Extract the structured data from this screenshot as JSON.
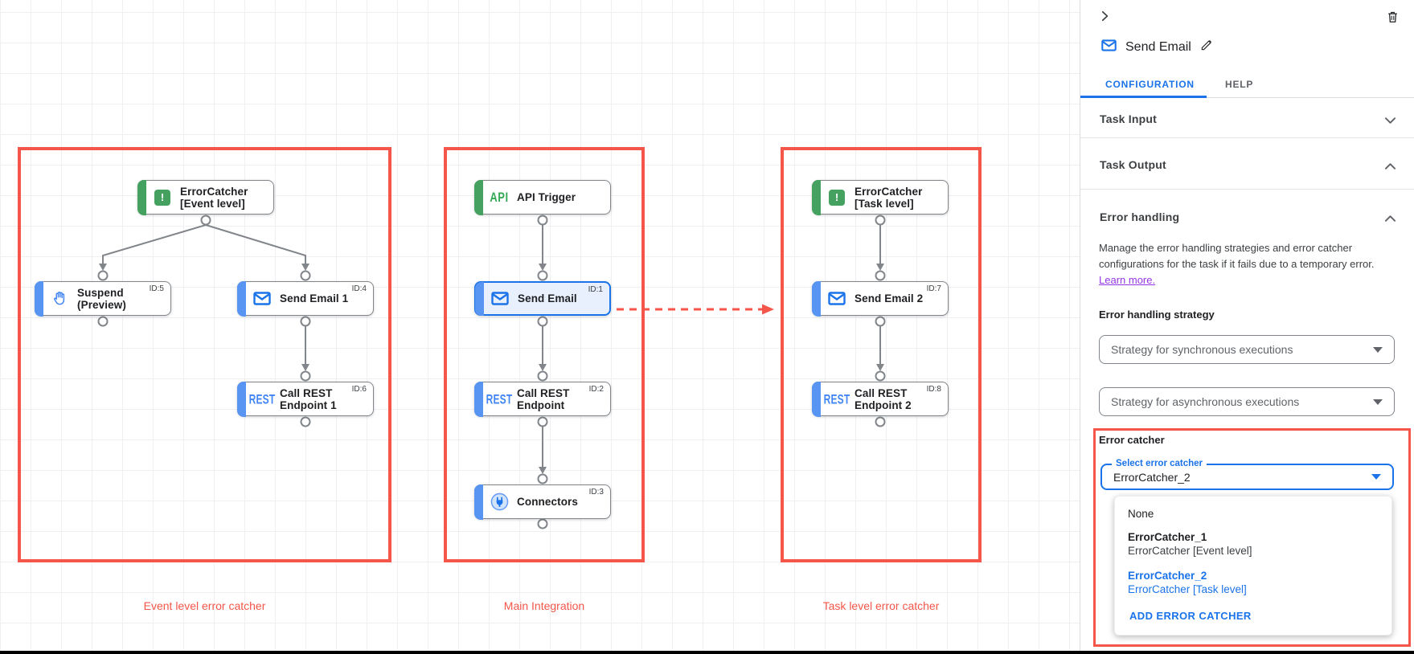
{
  "canvas": {
    "groups": [
      {
        "label": "Event level error catcher"
      },
      {
        "label": "Main Integration"
      },
      {
        "label": "Task level error catcher"
      }
    ],
    "icon_text": {
      "api": "API",
      "rest": "REST"
    },
    "nodes": [
      {
        "title": "ErrorCatcher\n[Event level]",
        "id_label": "",
        "icon": "error-catcher"
      },
      {
        "title": "Suspend\n(Preview)",
        "id_label": "ID:5",
        "icon": "hand"
      },
      {
        "title": "Send Email 1",
        "id_label": "ID:4",
        "icon": "email"
      },
      {
        "title": "Call REST\nEndpoint 1",
        "id_label": "ID:6",
        "icon": "rest"
      },
      {
        "title": "API Trigger",
        "id_label": "",
        "icon": "api"
      },
      {
        "title": "Send Email",
        "id_label": "ID:1",
        "icon": "email",
        "selected": true
      },
      {
        "title": "Call REST\nEndpoint",
        "id_label": "ID:2",
        "icon": "rest"
      },
      {
        "title": "Connectors",
        "id_label": "ID:3",
        "icon": "connectors"
      },
      {
        "title": "ErrorCatcher\n[Task level]",
        "id_label": "",
        "icon": "error-catcher"
      },
      {
        "title": "Send Email 2",
        "id_label": "ID:7",
        "icon": "email"
      },
      {
        "title": "Call REST\nEndpoint 2",
        "id_label": "ID:8",
        "icon": "rest"
      }
    ]
  },
  "panel": {
    "title": "Send Email",
    "tabs": {
      "configuration": "CONFIGURATION",
      "help": "HELP"
    },
    "sections": {
      "task_input": "Task Input",
      "task_output": "Task Output",
      "error_handling": "Error handling"
    },
    "error_handling": {
      "description": "Manage the error handling strategies and error catcher configurations for the task if it fails due to a temporary error.",
      "learn_more": "Learn more.",
      "strategy_label": "Error handling strategy",
      "sync_placeholder": "Strategy for synchronous executions",
      "async_placeholder": "Strategy for asynchronous executions",
      "error_catcher_label": "Error catcher",
      "select_label": "Select error catcher",
      "select_value": "ErrorCatcher_2",
      "menu": {
        "none": "None",
        "option1": {
          "name": "ErrorCatcher_1",
          "desc": "ErrorCatcher [Event level]"
        },
        "option2": {
          "name": "ErrorCatcher_2",
          "desc": "ErrorCatcher [Task level]"
        },
        "add_button": "ADD ERROR CATCHER"
      }
    }
  },
  "colors": {
    "annotation_red": "#f4564a",
    "primary_blue": "#1a73e8",
    "node_green": "#44a15f",
    "node_blue": "#5894f1",
    "dot_red": "#e8432f"
  }
}
